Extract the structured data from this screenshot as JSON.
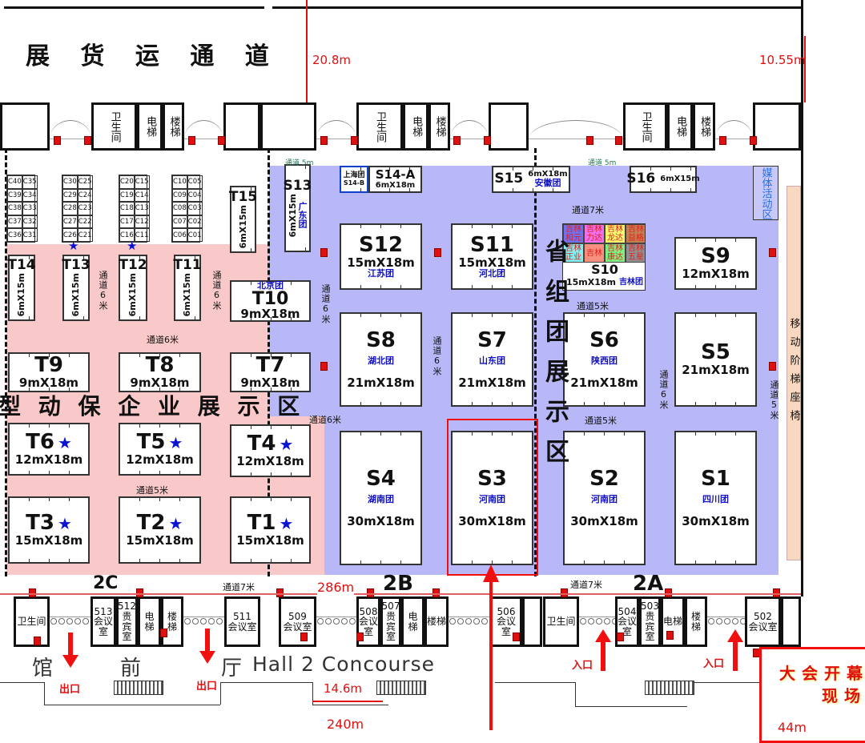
{
  "banner": "展 货 运 通 道",
  "dimensions": {
    "top_gap": "20.8m",
    "top_right": "10.55m",
    "hall_length": "286m",
    "concourse_gap": "14.6m",
    "total_length": "240m",
    "stage": "44m"
  },
  "zone_labels": {
    "t_zone": "型 动 保 企 业 展 示 区",
    "s_zone": "省组团展示区"
  },
  "hall_sections": {
    "c": "2C",
    "b": "2B",
    "a": "2A"
  },
  "concourse": {
    "c1": "馆",
    "c2": "前",
    "c3": "厅",
    "en": "Hall 2 Concourse"
  },
  "exits": [
    "出口",
    "出口"
  ],
  "entrances": [
    "入口",
    "入口"
  ],
  "stage_box": {
    "line1": "大会开幕",
    "line2": "现场"
  },
  "media_area": "媒体活动区",
  "mobile_seats": "移动阶梯座椅",
  "aisles": [
    "通道 5m",
    "通道 5m",
    "通道6米",
    "通道6米",
    "通道6米",
    "通道6米",
    "通道6米",
    "通道6米",
    "通道6米",
    "通道5米",
    "通道7米",
    "通道5米",
    "通道5米",
    "通道5米",
    "通道7米",
    "通道7米"
  ],
  "c_booths": [
    [
      "C40",
      "C35",
      "C39",
      "C34",
      "C38",
      "C33",
      "C37",
      "C32",
      "C36",
      "C31"
    ],
    [
      "C30",
      "C25",
      "C29",
      "C24",
      "C28",
      "C23",
      "C27",
      "C22",
      "C26",
      "C21"
    ],
    [
      "C20",
      "C15",
      "C19",
      "C14",
      "C18",
      "C13",
      "C17",
      "C12",
      "C16",
      "C11"
    ],
    [
      "C10",
      "C05",
      "C09",
      "C04",
      "C08",
      "C03",
      "C07",
      "C02",
      "C06",
      "C01"
    ]
  ],
  "booths": [
    {
      "id": "T1",
      "size": "15mX18m",
      "star": true
    },
    {
      "id": "T2",
      "size": "15mX18m",
      "star": true
    },
    {
      "id": "T3",
      "size": "15mX18m",
      "star": true
    },
    {
      "id": "T4",
      "size": "12mX18m",
      "star": true
    },
    {
      "id": "T5",
      "size": "12mX18m",
      "star": true
    },
    {
      "id": "T6",
      "size": "12mX18m",
      "star": true
    },
    {
      "id": "T7",
      "size": "9mX18m"
    },
    {
      "id": "T8",
      "size": "9mX18m"
    },
    {
      "id": "T9",
      "size": "9mX18m"
    },
    {
      "id": "T10",
      "size": "9mX18m",
      "group": "北京团"
    },
    {
      "id": "T11",
      "size": "6mX15m"
    },
    {
      "id": "T12",
      "size": "6mX15m"
    },
    {
      "id": "T13",
      "size": "6mX15m"
    },
    {
      "id": "T14",
      "size": "6mX15m"
    },
    {
      "id": "T15",
      "size": "6mX15m"
    },
    {
      "id": "S1",
      "size": "30mX18m",
      "group": "四川团"
    },
    {
      "id": "S2",
      "size": "30mX18m",
      "group": "河南团"
    },
    {
      "id": "S3",
      "size": "30mX18m",
      "group": "河南团"
    },
    {
      "id": "S4",
      "size": "30mX18m",
      "group": "湖南团"
    },
    {
      "id": "S5",
      "size": "21mX18m"
    },
    {
      "id": "S6",
      "size": "21mX18m",
      "group": "陕西团"
    },
    {
      "id": "S7",
      "size": "21mX18m",
      "group": "山东团"
    },
    {
      "id": "S8",
      "size": "21mX18m",
      "group": "湖北团"
    },
    {
      "id": "S9",
      "size": "12mX18m"
    },
    {
      "id": "S11",
      "size": "15mX18m",
      "group": "河北团"
    },
    {
      "id": "S12",
      "size": "15mX18m",
      "group": "江苏团"
    },
    {
      "id": "S13",
      "size": "6mX15m",
      "group": "广东团"
    },
    {
      "id": "S14-A",
      "size": "6mX18m"
    },
    {
      "id": "S14-B",
      "group": "上海团"
    },
    {
      "id": "S15",
      "size": "6mX18m",
      "group": "安徽团"
    },
    {
      "id": "S16",
      "size": "6mX15m"
    }
  ],
  "s10": {
    "id": "S10",
    "size": "15mX18m",
    "group": "吉林团",
    "exhibitors": [
      "吉林和元",
      "吉林力达",
      "吉林龙达",
      "吉林益格",
      "吉林正业",
      "吉林",
      "吉林康达",
      "吉林五星"
    ],
    "colors": [
      "#7070f0",
      "#f070f0",
      "#f8f870",
      "#c08050",
      "#80f0f0",
      "#f89080",
      "#80f080",
      "#909090"
    ]
  },
  "top_rooms": [
    "",
    "卫生间",
    "电梯",
    "楼梯",
    "",
    "",
    "卫生间",
    "电梯",
    "楼梯",
    "",
    "卫生间",
    "电梯",
    "楼梯",
    ""
  ],
  "bottom_rooms": [
    "卫生间",
    "513\n会议室",
    "512\n贵宾室",
    "电梯",
    "楼梯",
    "511\n会议室",
    "509\n会议室",
    "508\n会议室",
    "507\n贵宾室",
    "电梯",
    "楼梯",
    "506\n会议室",
    "",
    "卫生间",
    "504\n会议室",
    "503\n贵宾室",
    "电梯",
    "楼梯",
    "502\n会议室",
    ""
  ],
  "colors": {
    "accent_red": "#e01010",
    "province_zone": "#b8b8f8",
    "enterprise_zone": "#f9c8c8",
    "group_text": "#1010c0"
  }
}
